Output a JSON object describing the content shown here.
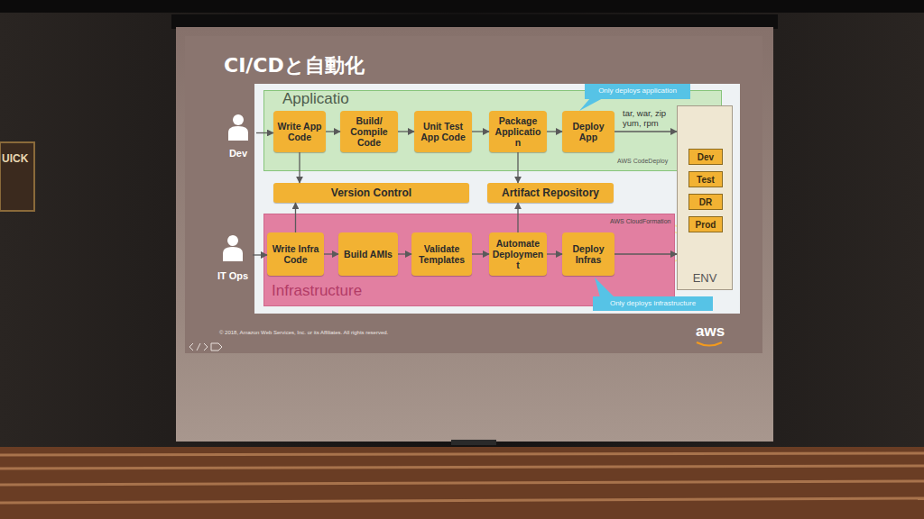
{
  "diagram": {
    "title": "CI/CDと自動化",
    "nodes": [
      {
        "text": [
          "Dev"
        ]
      },
      {
        "text": [
          "Applicatio"
        ]
      },
      {
        "text": [
          "Write App Code"
        ],
        "in": 1
      },
      {
        "text": [
          "Build/ Compile Code"
        ],
        "in": 1
      },
      {
        "text": [
          "Unit Test App Code"
        ],
        "in": 1
      },
      {
        "text": [
          "Package Applicatio n"
        ],
        "in": 1
      },
      {
        "text": [
          "Deploy App"
        ],
        "in": 1
      },
      {
        "text": [
          "Only deploys application"
        ]
      },
      {
        "text": [
          "ENV"
        ]
      },
      {
        "text": [
          "Dev"
        ],
        "in": 8
      },
      {
        "text": [
          "Test"
        ],
        "in": 8
      },
      {
        "text": [
          "DR"
        ],
        "in": 8
      },
      {
        "text": [
          "Prod"
        ],
        "in": 8
      },
      {
        "text": [
          "Version Control"
        ]
      },
      {
        "text": [
          "Artifact Repository"
        ]
      },
      {
        "text": [
          "IT Ops"
        ]
      },
      {
        "text": [
          "Infrastructure"
        ]
      },
      {
        "text": [
          "Write Infra Code"
        ],
        "in": 16
      },
      {
        "text": [
          "Build AMIs"
        ],
        "in": 16
      },
      {
        "text": [
          "Validate Templates"
        ],
        "in": 16
      },
      {
        "text": [
          "Automate Deploymen t"
        ],
        "in": 16
      },
      {
        "text": [
          "Deploy Infras"
        ],
        "in": 16
      },
      {
        "text": [
          "Only deploys infrastructure"
        ]
      }
    ],
    "edges": [
      {
        "from": 0,
        "to": 2,
        "arrow": "to"
      },
      {
        "from": 2,
        "to": 3,
        "arrow": "to"
      },
      {
        "from": 3,
        "to": 4,
        "arrow": "to"
      },
      {
        "from": 4,
        "to": 5,
        "arrow": "to"
      },
      {
        "from": 5,
        "to": 6,
        "arrow": "to"
      },
      {
        "from": 6,
        "to": 8,
        "arrow": "to"
      },
      {
        "from": 2,
        "to": 13,
        "arrow": "to"
      },
      {
        "from": 5,
        "to": 14,
        "arrow": "to"
      },
      {
        "from": 15,
        "to": 17,
        "arrow": "to"
      },
      {
        "from": 17,
        "to": 18,
        "arrow": "to"
      },
      {
        "from": 18,
        "to": 19,
        "arrow": "to"
      },
      {
        "from": 19,
        "to": 20,
        "arrow": "to"
      },
      {
        "from": 20,
        "to": 21,
        "arrow": "to"
      },
      {
        "from": 21,
        "to": 8,
        "arrow": "to"
      },
      {
        "from": 17,
        "to": 13,
        "arrow": "to"
      },
      {
        "from": 20,
        "to": 14,
        "arrow": "to"
      }
    ],
    "labels": [
      "tar, war, zip yum, rpm",
      "AWS CodeDeploy",
      "AWS CloudFormation",
      "© 2018, Amazon Web Services, Inc. or its Affiliates. All rights reserved.",
      "aws",
      "UICK"
    ]
  }
}
